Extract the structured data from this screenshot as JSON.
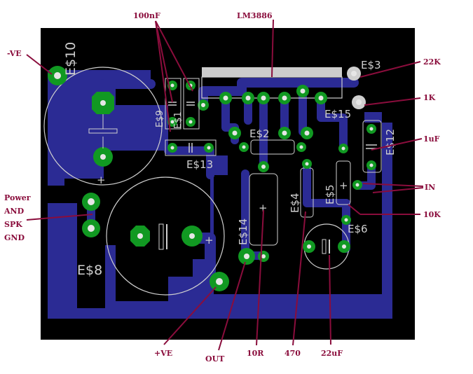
{
  "board": {
    "colors": {
      "board": "#000000",
      "trace": "#2b2b94",
      "pad": "#119922",
      "silk": "#cfcfcf",
      "annotation": "#8a0d3c"
    }
  },
  "annotations": {
    "vneg": "-VE",
    "cap100nf": "100nF",
    "ic": "LM3886",
    "r22k": "22K",
    "r1k": "1K",
    "c1uf": "1uF",
    "input": "IN",
    "r10k": "10K",
    "power_l1": "Power",
    "power_l2": "AND",
    "power_l3": "SPK",
    "power_l4": "GND",
    "vpos": "+VE",
    "out": "OUT",
    "r10r": "10R",
    "r470": "470",
    "c22uf": "22uF"
  },
  "silkscreen": {
    "es10": "E$10",
    "es3": "E$3",
    "es15": "E$15",
    "es12": "E$12",
    "es9": "E$9",
    "es1": "E$1",
    "es2": "E$2",
    "es13": "E$13",
    "es14": "E$14",
    "es4": "E$4",
    "es5": "E$5",
    "es6": "E$6",
    "es8": "E$8",
    "plus": "+"
  }
}
